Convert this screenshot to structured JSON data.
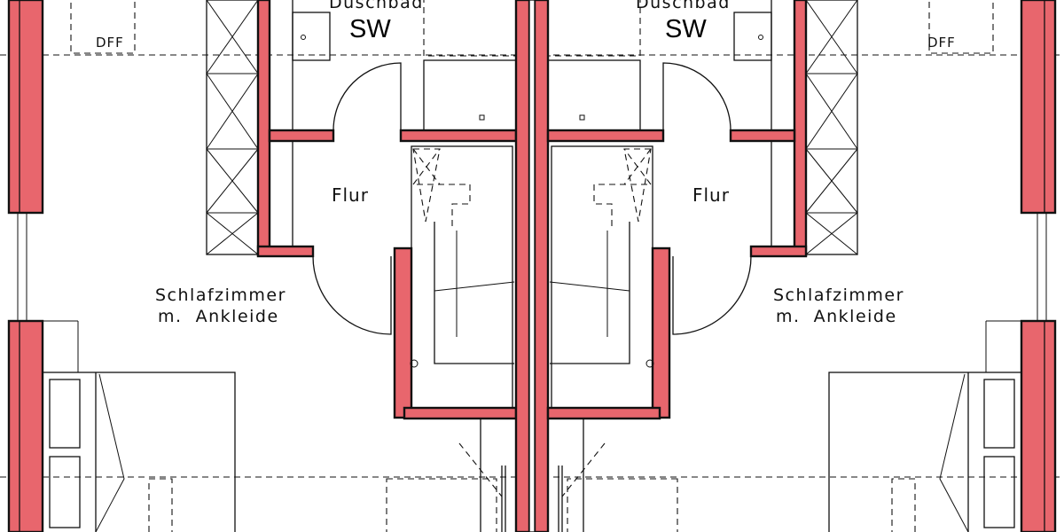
{
  "colors": {
    "wall_fill": "#e8666d",
    "line": "#111111",
    "background": "#ffffff"
  },
  "units": [
    {
      "side": "left",
      "bath_label": "Duschbad",
      "bath_tag": "SW",
      "hall_label": "Flur",
      "bedroom_label_line1": "Schlafzimmer",
      "bedroom_label_line2": "m.  Ankleide",
      "skylight_label": "DFF"
    },
    {
      "side": "right",
      "bath_label": "Duschbad",
      "bath_tag": "SW",
      "hall_label": "Flur",
      "bedroom_label_line1": "Schlafzimmer",
      "bedroom_label_line2": "m.  Ankleide",
      "skylight_label": "DFF"
    }
  ]
}
